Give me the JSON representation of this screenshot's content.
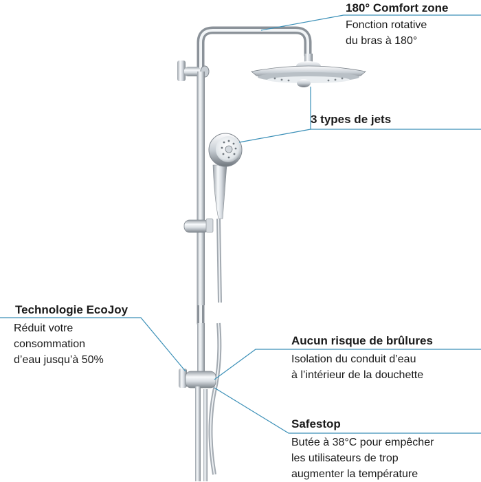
{
  "features": {
    "comfort_zone": {
      "title": "180° Comfort zone",
      "lines": [
        "Fonction rotative",
        "du bras à 180°"
      ]
    },
    "jets": {
      "title": "3 types de jets"
    },
    "ecojoy": {
      "title": "Technologie EcoJoy",
      "lines": [
        "Réduit votre",
        "consommation",
        "d’eau jusqu’à 50%"
      ]
    },
    "burns": {
      "title": "Aucun risque de brûlures",
      "lines": [
        "Isolation du conduit d’eau",
        "à l’intérieur de la douchette"
      ]
    },
    "safestop": {
      "title": "Safestop",
      "lines": [
        "Butée à 38°C pour empêcher",
        "les utilisateurs de trop",
        "augmenter la température"
      ]
    }
  },
  "colors": {
    "callout_line": "#3a8fb7",
    "text": "#1a1a1a",
    "chrome_dark": "#8a9198",
    "chrome_light": "#f4f6f8"
  }
}
